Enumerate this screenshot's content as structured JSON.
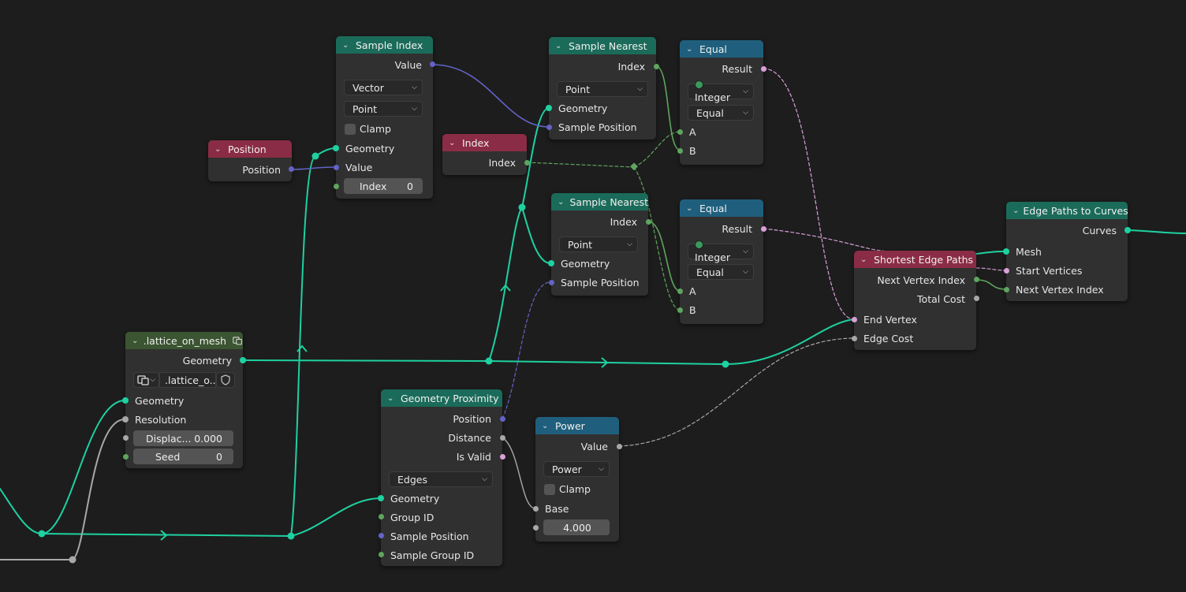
{
  "nodes": {
    "sample_index": {
      "title": "Sample Index",
      "out_value": "Value",
      "data_type": "Vector",
      "domain": "Point",
      "clamp": "Clamp",
      "in_geometry": "Geometry",
      "in_value": "Value",
      "index_label": "Index",
      "index_value": "0"
    },
    "position": {
      "title": "Position",
      "out_position": "Position"
    },
    "index": {
      "title": "Index",
      "out_index": "Index"
    },
    "sample_nearest_1": {
      "title": "Sample Nearest",
      "out_index": "Index",
      "domain": "Point",
      "in_geometry": "Geometry",
      "in_sample_position": "Sample Position"
    },
    "sample_nearest_2": {
      "title": "Sample Nearest",
      "out_index": "Index",
      "domain": "Point",
      "in_geometry": "Geometry",
      "in_sample_position": "Sample Position"
    },
    "equal_1": {
      "title": "Equal",
      "out_result": "Result",
      "data_type": "Integer",
      "operation": "Equal",
      "in_a": "A",
      "in_b": "B"
    },
    "equal_2": {
      "title": "Equal",
      "out_result": "Result",
      "data_type": "Integer",
      "operation": "Equal",
      "in_a": "A",
      "in_b": "B"
    },
    "shortest_edge_paths": {
      "title": "Shortest Edge Paths",
      "out_next_vertex_index": "Next Vertex Index",
      "out_total_cost": "Total Cost",
      "in_end_vertex": "End Vertex",
      "in_edge_cost": "Edge Cost"
    },
    "edge_paths_to_curves": {
      "title": "Edge Paths to Curves",
      "out_curves": "Curves",
      "in_mesh": "Mesh",
      "in_start_vertices": "Start Vertices",
      "in_next_vertex_index": "Next Vertex Index"
    },
    "lattice_on_mesh": {
      "title": ".lattice_on_mesh",
      "out_geometry": "Geometry",
      "group_name": ".lattice_o...",
      "in_geometry": "Geometry",
      "in_resolution": "Resolution",
      "displace_label": "Displac...",
      "displace_value": "0.000",
      "seed_label": "Seed",
      "seed_value": "0"
    },
    "geometry_proximity": {
      "title": "Geometry Proximity",
      "out_position": "Position",
      "out_distance": "Distance",
      "out_is_valid": "Is Valid",
      "target_element": "Edges",
      "in_geometry": "Geometry",
      "in_group_id": "Group ID",
      "in_sample_position": "Sample Position",
      "in_sample_group_id": "Sample Group ID"
    },
    "power": {
      "title": "Power",
      "out_value": "Value",
      "operation": "Power",
      "clamp": "Clamp",
      "in_base": "Base",
      "exponent_value": "4.000"
    }
  },
  "colors": {
    "background": "#1d1d1d",
    "geometry_socket": "#1ed1a0",
    "vector_socket": "#6363c7",
    "integer_socket": "#5ea55e",
    "boolean_socket": "#d9a0d9",
    "float_socket": "#a8a8a8",
    "header_sampler": "#1b6b5a",
    "header_math": "#1f5f7d",
    "header_input": "#8a2c45",
    "header_group": "#3b5431"
  },
  "icons": {
    "collapse": "chevron-down-icon",
    "node_group": "node-group-icon",
    "fake_user": "shield-icon"
  }
}
